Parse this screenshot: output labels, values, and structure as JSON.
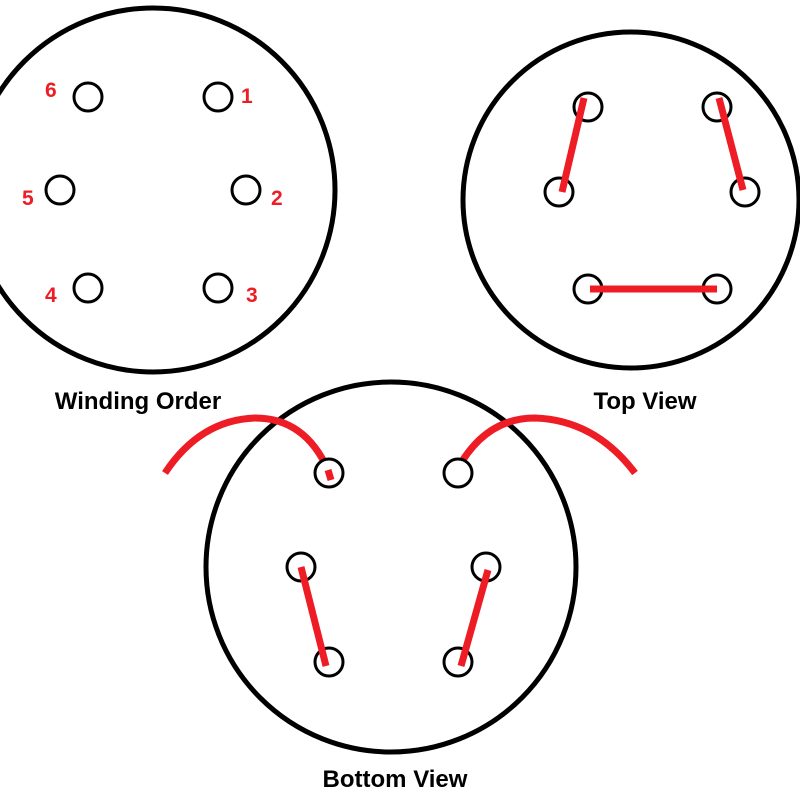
{
  "colors": {
    "wire": "#ee1c24",
    "outline": "#000000",
    "label_numbers": "#ee1c24"
  },
  "winding_order": {
    "title": "Winding Order",
    "numbers": [
      "1",
      "2",
      "3",
      "4",
      "5",
      "6"
    ]
  },
  "top_view": {
    "title": "Top View"
  },
  "bottom_view": {
    "title": "Bottom View"
  }
}
